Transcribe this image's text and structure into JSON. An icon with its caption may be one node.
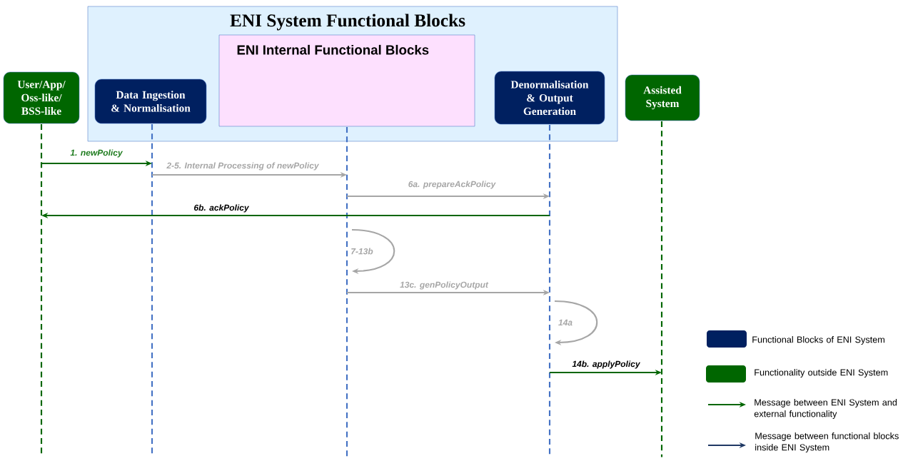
{
  "diagram": {
    "nodes": [
      {
        "text": [
          "ENI System Functional Blocks"
        ]
      },
      {
        "text": [
          "User/App/ Oss-like/ BSS-like"
        ]
      },
      {
        "text": [
          "Data Ingestion & Normalisation"
        ],
        "in": 0
      },
      {
        "text": [
          "ENI Internal Functional Blocks"
        ],
        "in": 0
      },
      {
        "text": [
          "Denormalisation & Output Generation"
        ],
        "in": 0
      },
      {
        "text": [
          "Assisted System"
        ]
      },
      {
        "text": [],
        "shape": "line"
      },
      {
        "text": [],
        "shape": "line"
      },
      {
        "text": [],
        "shape": "line"
      },
      {
        "text": [],
        "shape": "line"
      },
      {
        "text": [],
        "shape": "line"
      }
    ],
    "edges": [
      {
        "from": 6,
        "to": 7,
        "arrow": "to",
        "label": "1. newPolicy",
        "color": "#006600"
      },
      {
        "from": 7,
        "to": 8,
        "arrow": "to",
        "label": "2-5. Internal Processing of newPolicy"
      },
      {
        "from": 8,
        "to": 9,
        "arrow": "to",
        "label": "6a. prepareAckPolicy"
      },
      {
        "from": 9,
        "to": 6,
        "arrow": "to",
        "label": "6b. ackPolicy",
        "color": "#006600"
      },
      {
        "from": 8,
        "to": 8,
        "arrow": "to",
        "label": "7-13b"
      },
      {
        "from": 8,
        "to": 9,
        "arrow": "to",
        "label": "13c. genPolicyOutput"
      },
      {
        "from": 9,
        "to": 9,
        "arrow": "to",
        "label": "14a"
      },
      {
        "from": 9,
        "to": 10,
        "arrow": "to",
        "label": "14b. applyPolicy",
        "color": "#006600"
      }
    ],
    "legend": [
      {
        "text": "Functional Blocks of ENI System",
        "color": "#002060"
      },
      {
        "text": "Functionality outside ENI System",
        "color": "#006600"
      },
      {
        "text": "Message between ENI System and external functionality"
      },
      {
        "text": "Message between functional blocks inside ENI System"
      }
    ]
  }
}
